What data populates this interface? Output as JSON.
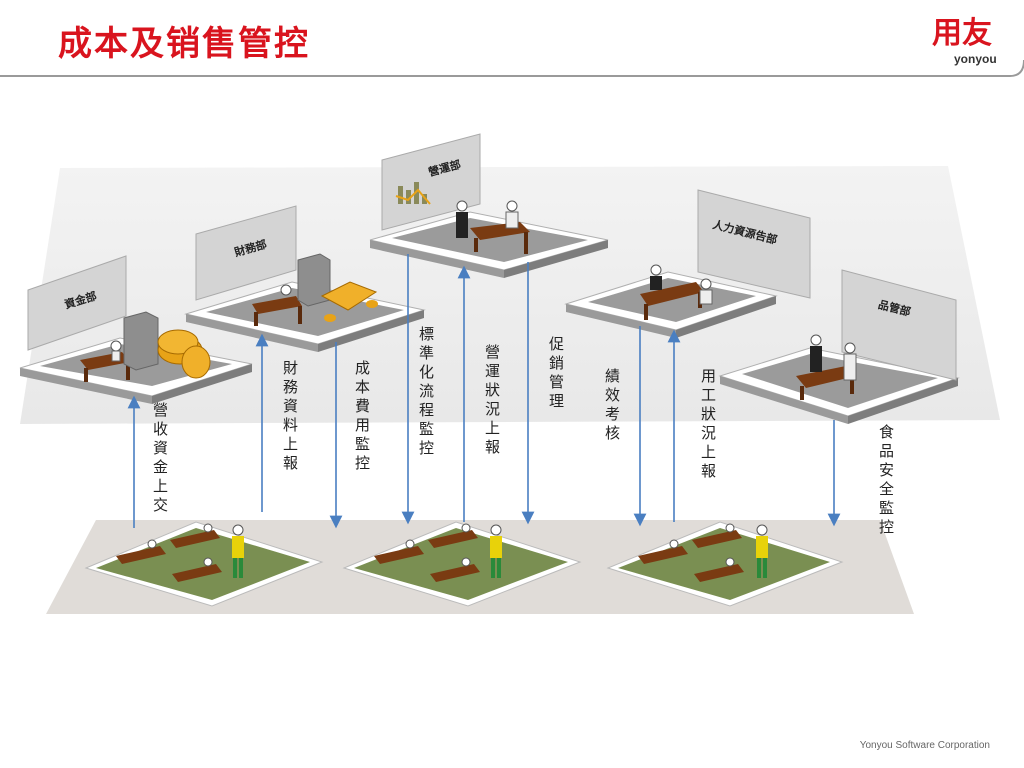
{
  "title": "成本及销售管控",
  "logo": {
    "cn": "用友",
    "en": "yonyou"
  },
  "footer": "Yonyou Software Corporation",
  "departments": {
    "funds": "資金部",
    "finance": "財務部",
    "operations": "營運部",
    "hr": "人力資源告部",
    "quality": "品管部"
  },
  "flows": {
    "revenue_upload": "營收資金上交",
    "finance_report": "財務資料上報",
    "cost_monitor": "成本費用監控",
    "process_monitor": "標準化流程監控",
    "ops_report": "營運狀況上報",
    "promo": "促銷管理",
    "perf": "績效考核",
    "labor_report": "用工狀況上報",
    "food_safety": "食品安全監控"
  },
  "colors": {
    "brand_red": "#d9141e",
    "arrow_blue": "#4a7fc1",
    "floor_gray": "#c9c9c9",
    "grass_green": "#7a8f52"
  }
}
